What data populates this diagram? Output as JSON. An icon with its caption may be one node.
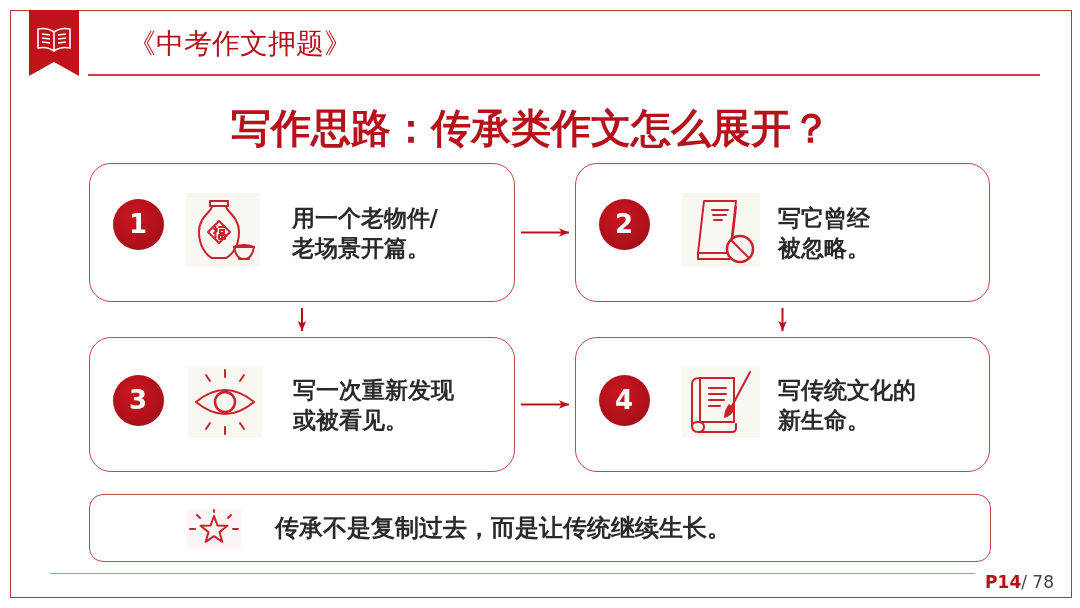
{
  "diagram": {
    "title": "写作思路：传承类作文怎么展开？",
    "nodes": [
      {
        "text": [
          "用一个老物件/老场景开篇。"
        ]
      },
      {
        "text": [
          "1"
        ],
        "in": 0
      },
      {
        "text": [
          "写它曾经被忽略。"
        ]
      },
      {
        "text": [
          "2"
        ],
        "in": 2
      },
      {
        "text": [
          "写一次重新发现或被看见。"
        ]
      },
      {
        "text": [
          "3"
        ],
        "in": 4
      },
      {
        "text": [
          "写传统文化的新生命。"
        ]
      },
      {
        "text": [
          "4"
        ],
        "in": 6
      },
      {
        "text": [
          "传承不是复制过去，而是让传统继续生长。"
        ]
      }
    ],
    "edges": [
      {
        "from": 0,
        "to": 2,
        "arrow": "to"
      },
      {
        "from": 0,
        "to": 4,
        "arrow": "to"
      },
      {
        "from": 2,
        "to": 6,
        "arrow": "to"
      },
      {
        "from": 4,
        "to": 6,
        "arrow": "to"
      }
    ],
    "labels": [
      "《中考作文押题》",
      "P14",
      "/ 78"
    ]
  }
}
